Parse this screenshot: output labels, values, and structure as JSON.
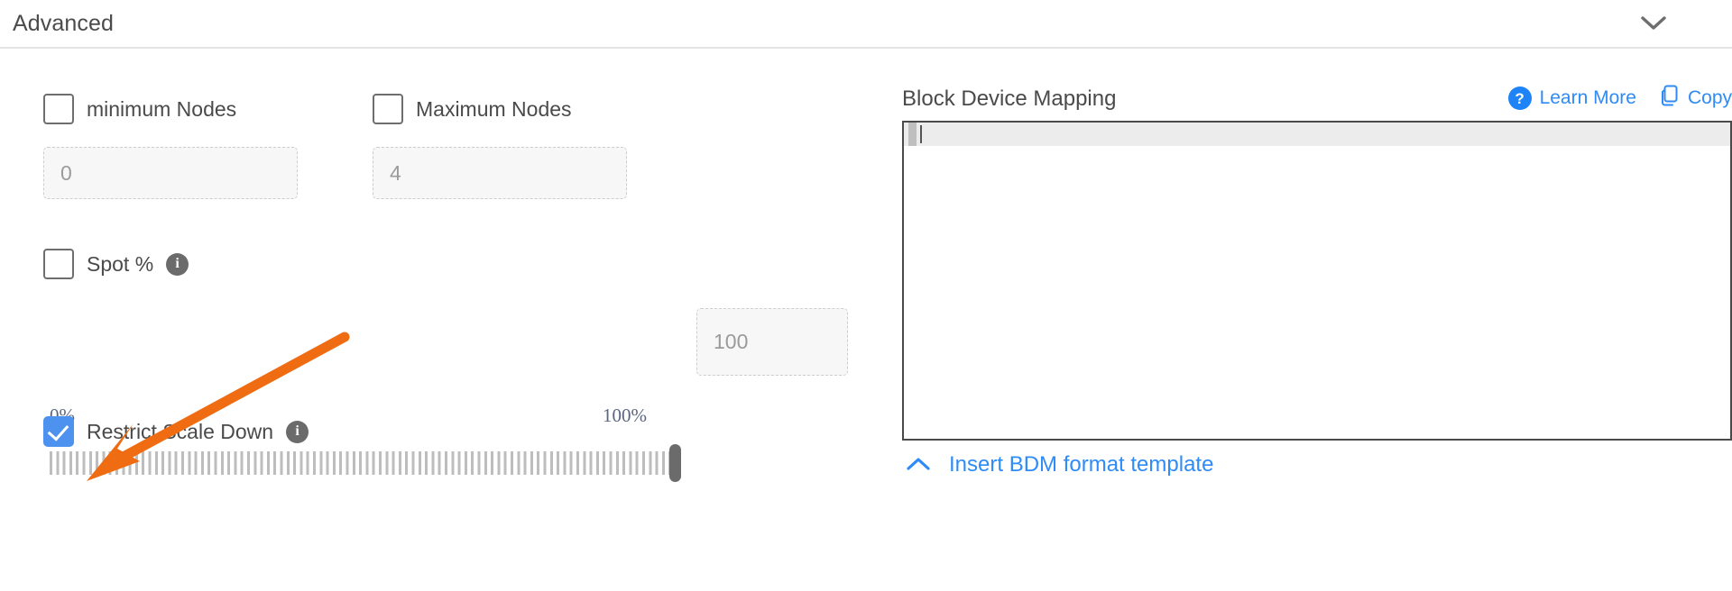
{
  "section": {
    "title": "Advanced",
    "collapse_icon": "chevron-down-icon"
  },
  "left_panel": {
    "min_nodes": {
      "checkbox_label": "minimum Nodes",
      "checked": false,
      "input_placeholder": "0",
      "input_value": ""
    },
    "max_nodes": {
      "checkbox_label": "Maximum Nodes",
      "checked": false,
      "input_placeholder": "4",
      "input_value": ""
    },
    "spot": {
      "checkbox_label": "Spot %",
      "checked": false,
      "info_icon": "info-icon",
      "info_glyph": "i"
    },
    "slider": {
      "min_label": "0%",
      "max_label": "100%",
      "value": 100,
      "value_input_placeholder": "100"
    },
    "restrict_scale_down": {
      "checkbox_label": "Restrict Scale Down",
      "checked": true,
      "info_icon": "info-icon",
      "info_glyph": "i"
    }
  },
  "right_panel": {
    "title": "Block Device Mapping",
    "learn_more_label": "Learn More",
    "learn_more_icon": "help-circle-icon",
    "help_glyph": "?",
    "copy_label": "Copy",
    "copy_icon": "copy-icon",
    "editor_content": "",
    "insert_template_label": "Insert BDM format template",
    "insert_template_icon": "chevron-up-icon"
  },
  "annotation": {
    "type": "arrow",
    "color": "#ef6c12",
    "points_to": "restrict-scale-down-checkbox"
  },
  "colors": {
    "accent_blue": "#2e8bf7",
    "checkbox_checked": "#4d92ef",
    "annotation_orange": "#ef6c12",
    "text_primary": "#4a4a4a",
    "text_muted": "#9b9b9b",
    "slider_tick": "#bdbdbd"
  }
}
